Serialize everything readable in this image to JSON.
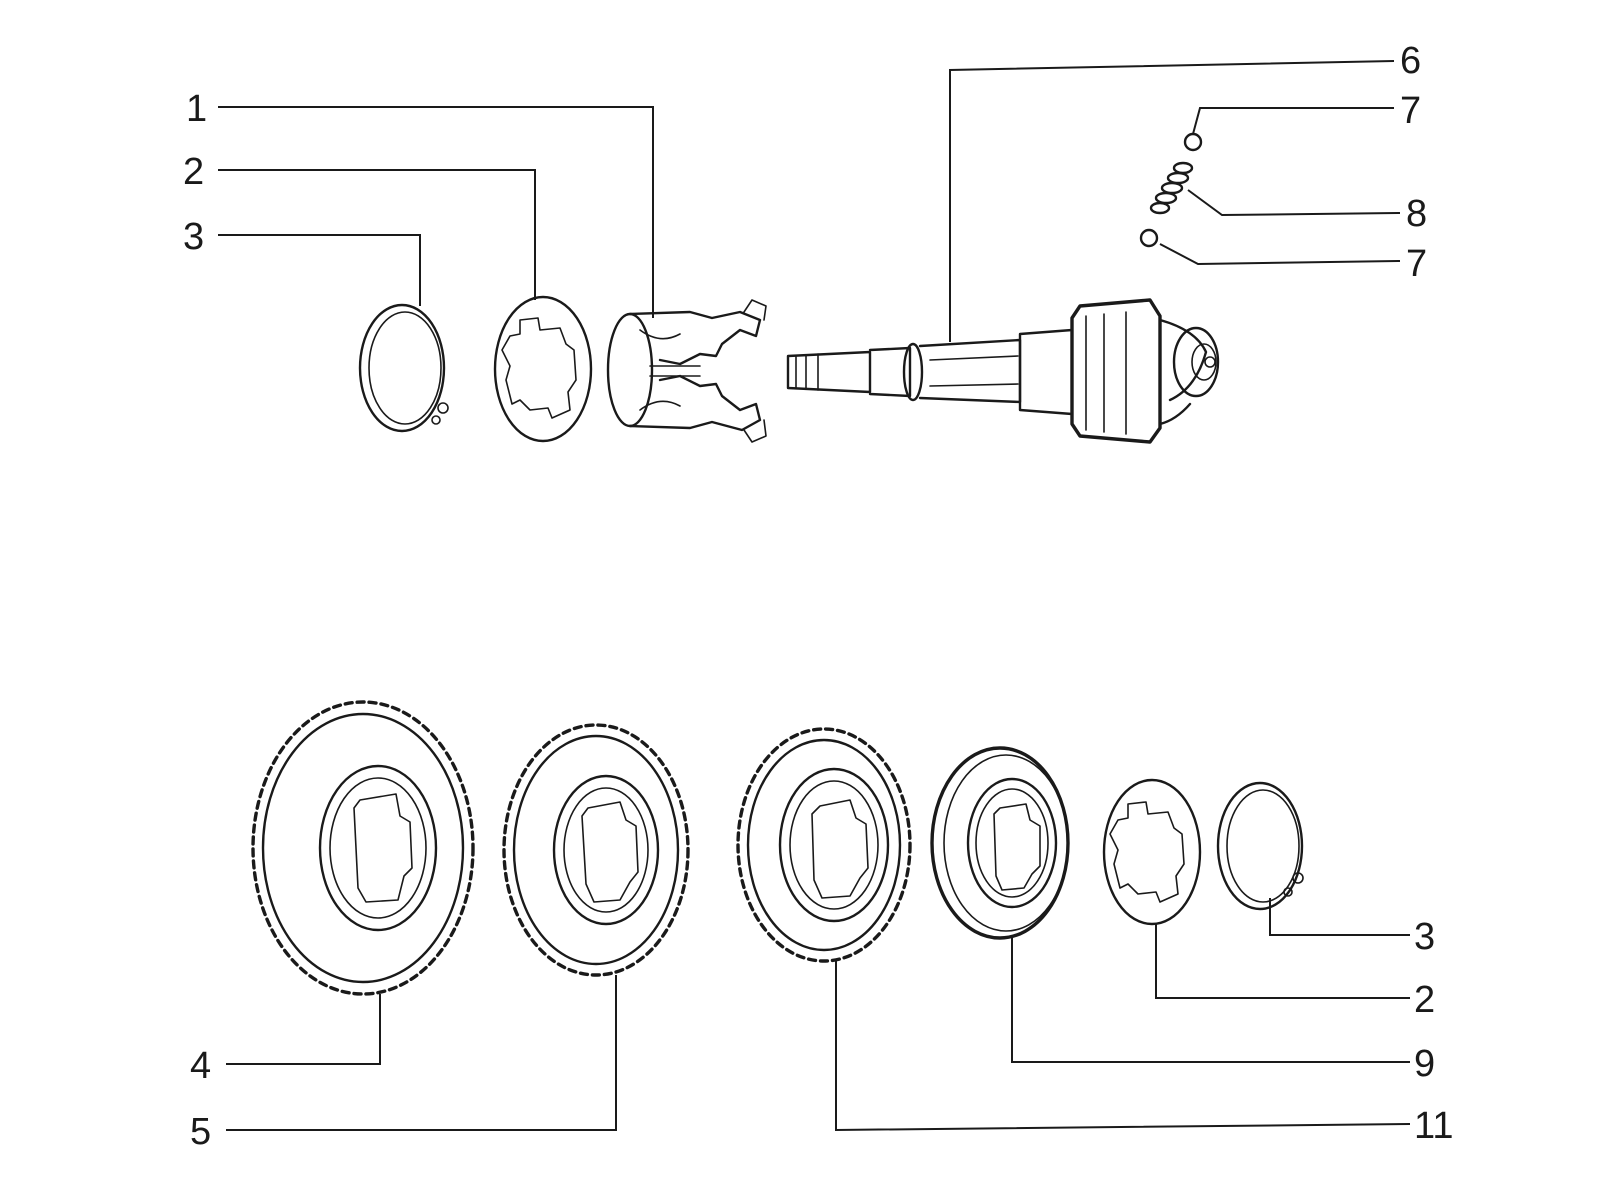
{
  "callouts": {
    "c1": "1",
    "c2_top": "2",
    "c3_top": "3",
    "c6": "6",
    "c7_top": "7",
    "c8": "8",
    "c7_bottom": "7",
    "c3_bottom": "3",
    "c2_bottom": "2",
    "c9": "9",
    "c11": "11",
    "c4": "4",
    "c5": "5"
  },
  "colors": {
    "ink": "#1a1a1a",
    "paper": "#ffffff"
  }
}
